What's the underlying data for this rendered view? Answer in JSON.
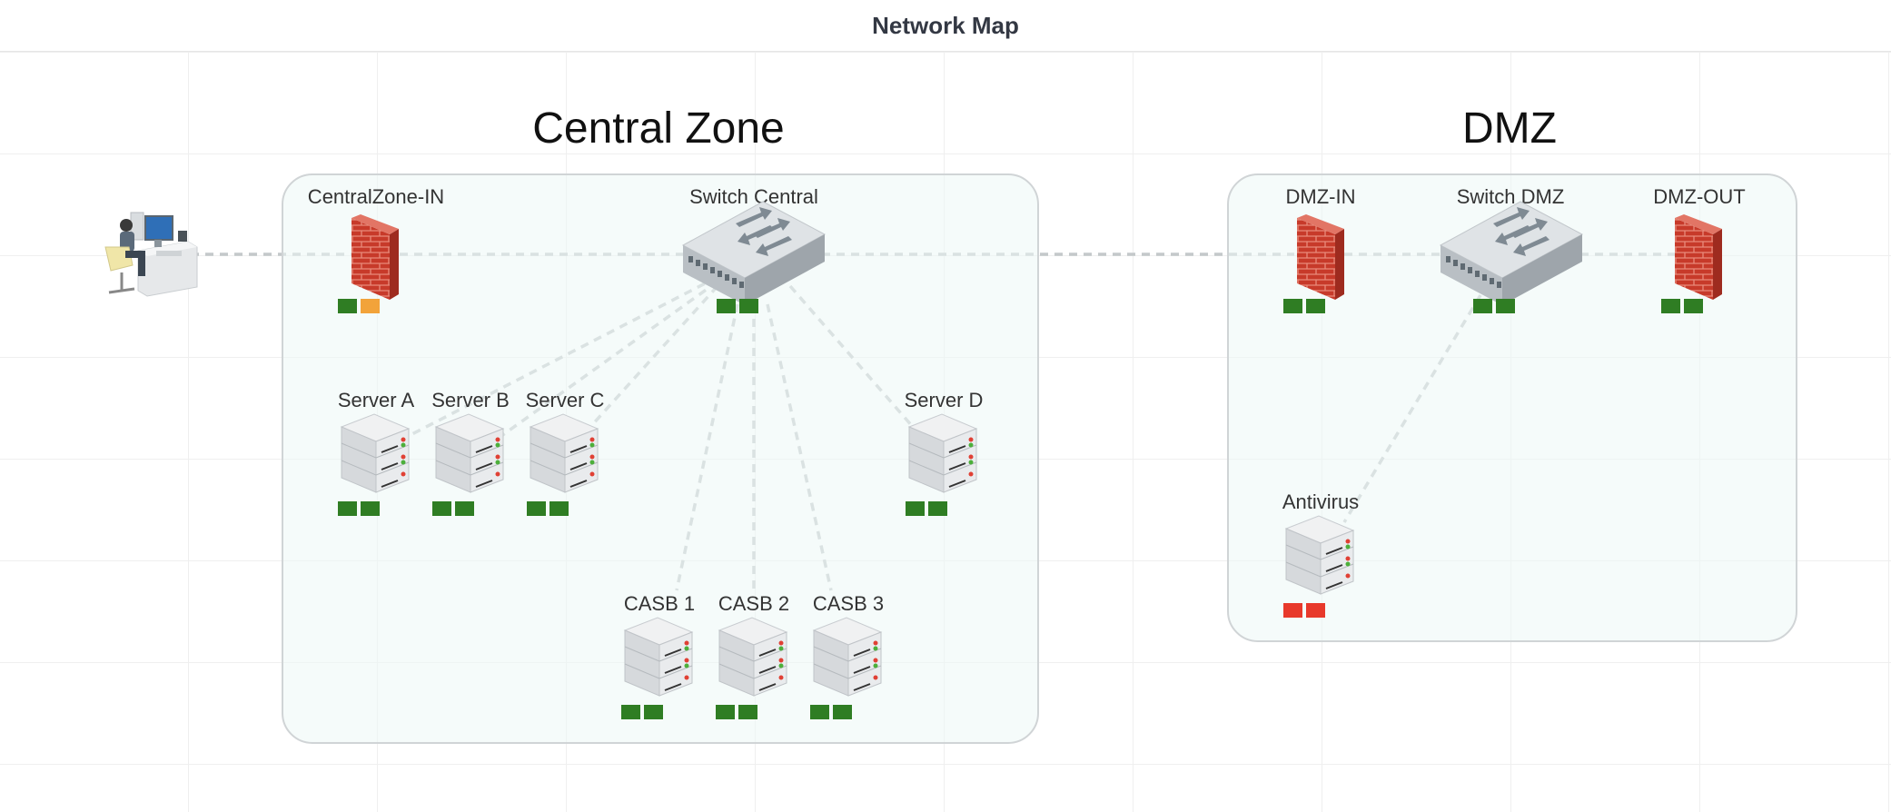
{
  "header": {
    "title": "Network Map"
  },
  "zones": [
    {
      "id": "central",
      "title": "Central Zone"
    },
    {
      "id": "dmz",
      "title": "DMZ"
    }
  ],
  "colors": {
    "ok": "#2f7d23",
    "warn": "#f2a33a",
    "alert": "#e8392b",
    "wire": "#c4c8ca",
    "zone_border": "#d0d4d6"
  },
  "nodes": {
    "user": {
      "label": "",
      "icon": "workstation-user-icon"
    },
    "cz_in": {
      "label": "CentralZone-IN",
      "icon": "firewall-icon",
      "status": [
        "ok",
        "warn"
      ]
    },
    "switch_central": {
      "label": "Switch Central",
      "icon": "network-switch-icon",
      "status": [
        "ok",
        "ok"
      ]
    },
    "server_a": {
      "label": "Server A",
      "icon": "server-icon",
      "status": [
        "ok",
        "ok"
      ]
    },
    "server_b": {
      "label": "Server B",
      "icon": "server-icon",
      "status": [
        "ok",
        "ok"
      ]
    },
    "server_c": {
      "label": "Server C",
      "icon": "server-icon",
      "status": [
        "ok",
        "ok"
      ]
    },
    "server_d": {
      "label": "Server D",
      "icon": "server-icon",
      "status": [
        "ok",
        "ok"
      ]
    },
    "casb_1": {
      "label": "CASB 1",
      "icon": "server-icon",
      "status": [
        "ok",
        "ok"
      ]
    },
    "casb_2": {
      "label": "CASB 2",
      "icon": "server-icon",
      "status": [
        "ok",
        "ok"
      ]
    },
    "casb_3": {
      "label": "CASB 3",
      "icon": "server-icon",
      "status": [
        "ok",
        "ok"
      ]
    },
    "dmz_in": {
      "label": "DMZ-IN",
      "icon": "firewall-icon",
      "status": [
        "ok",
        "ok"
      ]
    },
    "switch_dmz": {
      "label": "Switch DMZ",
      "icon": "network-switch-icon",
      "status": [
        "ok",
        "ok"
      ]
    },
    "dmz_out": {
      "label": "DMZ-OUT",
      "icon": "firewall-icon",
      "status": [
        "ok",
        "ok"
      ]
    },
    "antivirus": {
      "label": "Antivirus",
      "icon": "server-icon",
      "status": [
        "alert",
        "alert"
      ]
    }
  },
  "links": [
    [
      "user",
      "cz_in"
    ],
    [
      "cz_in",
      "switch_central"
    ],
    [
      "switch_central",
      "dmz_in"
    ],
    [
      "dmz_in",
      "switch_dmz"
    ],
    [
      "switch_dmz",
      "dmz_out"
    ],
    [
      "switch_central",
      "server_a"
    ],
    [
      "switch_central",
      "server_b"
    ],
    [
      "switch_central",
      "server_c"
    ],
    [
      "switch_central",
      "server_d"
    ],
    [
      "switch_central",
      "casb_1"
    ],
    [
      "switch_central",
      "casb_2"
    ],
    [
      "switch_central",
      "casb_3"
    ],
    [
      "switch_dmz",
      "antivirus"
    ]
  ]
}
